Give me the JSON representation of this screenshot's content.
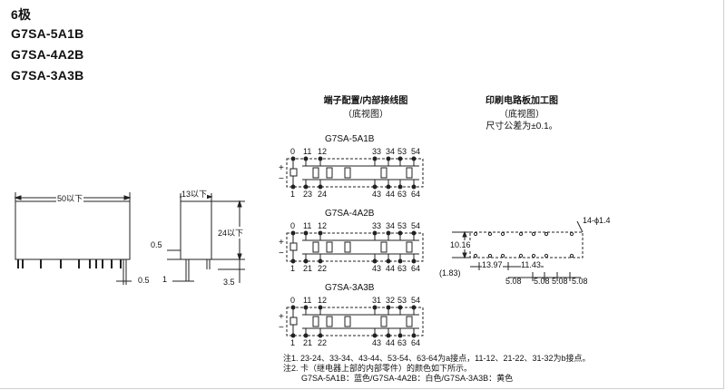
{
  "header": {
    "poles": "6极",
    "models": [
      "G7SA-5A1B",
      "G7SA-4A2B",
      "G7SA-3A3B"
    ]
  },
  "outline": {
    "length": "50以下",
    "width": "13以下",
    "height": "24以下",
    "dim_05a": "0.5",
    "dim_05b": "0.5",
    "dim_1": "1",
    "dim_35": "3.5"
  },
  "terminal": {
    "title": "端子配置/内部接线图",
    "subtitle": "（底视图）",
    "plus": "+",
    "minus": "−",
    "diagrams": [
      {
        "name": "G7SA-5A1B",
        "top": [
          "0",
          "11",
          "12",
          "33",
          "34",
          "53",
          "54"
        ],
        "bottom": [
          "1",
          "23",
          "24",
          "43",
          "44",
          "63",
          "64"
        ]
      },
      {
        "name": "G7SA-4A2B",
        "top": [
          "0",
          "11",
          "12",
          "33",
          "34",
          "53",
          "54"
        ],
        "bottom": [
          "1",
          "21",
          "22",
          "43",
          "44",
          "63",
          "64"
        ]
      },
      {
        "name": "G7SA-3A3B",
        "top": [
          "0",
          "11",
          "12",
          "31",
          "32",
          "53",
          "54"
        ],
        "bottom": [
          "1",
          "21",
          "22",
          "43",
          "44",
          "63",
          "64"
        ]
      }
    ]
  },
  "pcb": {
    "title": "印刷电路板加工图",
    "subtitle": "（底视图）",
    "tolerance": "尺寸公差为±0.1。",
    "holes": "14-ϕ1.4",
    "d1016": "10.16",
    "d183": "(1.83)",
    "d1397": "13.97",
    "d1143": "11.43",
    "d508a": "5.08",
    "d508b": "5.08",
    "d508c": "5.08",
    "d508d": "5.08"
  },
  "notes": {
    "line1": "注1. 23-24、33-34、43-44、53-54、63-64为a接点，11-12、21-22、31-32为b接点。",
    "line2": "注2. 卡（继电器上部的内部零件）的颜色如下所示。",
    "line3": "G7SA-5A1B：蓝色/G7SA-4A2B：白色/G7SA-3A3B：黄色"
  }
}
